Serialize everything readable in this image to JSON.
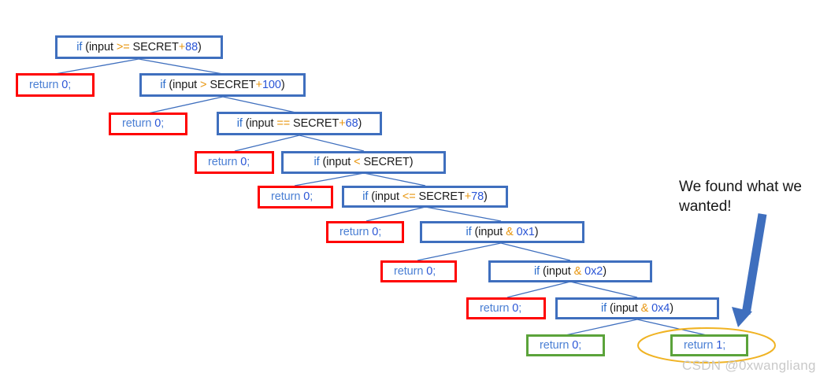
{
  "diagram": {
    "title": "Nested conditional decision tree",
    "colors": {
      "condition_border": "#3f6fbe",
      "return_zero_border": "#ff0000",
      "return_final_border": "#5ba33a",
      "highlight_ellipse": "#f0b323",
      "arrow": "#3f6fbe",
      "keyword": "#2a6ccc",
      "operator": "#e8960f",
      "number": "#2a55d6",
      "identifier": "#1a1a1a",
      "watermark": "#c9c9c9"
    },
    "conditions": [
      {
        "kw": "if",
        "open": " (",
        "var": "input",
        "op": ">=",
        "rhs": "SECRET",
        "plus": "+",
        "num": "88",
        "close": ")"
      },
      {
        "kw": "if",
        "open": " (",
        "var": "input",
        "op": ">",
        "rhs": "SECRET",
        "plus": "+",
        "num": "100",
        "close": ")"
      },
      {
        "kw": "if",
        "open": " (",
        "var": "input",
        "op": "==",
        "rhs": "SECRET",
        "plus": "+",
        "num": "68",
        "close": ")"
      },
      {
        "kw": "if",
        "open": " (",
        "var": "input",
        "op": "<",
        "rhs": "SECRET",
        "plus": "",
        "num": "",
        "close": ")"
      },
      {
        "kw": "if",
        "open": " (",
        "var": "input",
        "op": "<=",
        "rhs": "SECRET",
        "plus": "+",
        "num": "78",
        "close": ")"
      },
      {
        "kw": "if",
        "open": " (",
        "var": "input",
        "op": "&",
        "rhs": "",
        "plus": "",
        "num": "0x1",
        "close": ")"
      },
      {
        "kw": "if",
        "open": " (",
        "var": "input",
        "op": "&",
        "rhs": "",
        "plus": "",
        "num": "0x2",
        "close": ")"
      },
      {
        "kw": "if",
        "open": " (",
        "var": "input",
        "op": "&",
        "rhs": "",
        "plus": "",
        "num": "0x4",
        "close": ")"
      }
    ],
    "returns_zero": [
      {
        "word": "return ",
        "value": "0",
        "semi": ";"
      },
      {
        "word": "return ",
        "value": "0",
        "semi": ";"
      },
      {
        "word": "return ",
        "value": "0",
        "semi": ";"
      },
      {
        "word": "return ",
        "value": "0",
        "semi": ";"
      },
      {
        "word": "return ",
        "value": "0",
        "semi": ";"
      },
      {
        "word": "return ",
        "value": "0",
        "semi": ";"
      },
      {
        "word": "return ",
        "value": "0",
        "semi": ";"
      },
      {
        "word": "return ",
        "value": "0",
        "semi": ";"
      }
    ],
    "returns_final": [
      {
        "word": "return ",
        "value": "0",
        "semi": ";"
      },
      {
        "word": "return ",
        "value": "1",
        "semi": ";"
      }
    ],
    "annotation": "We found what we\nwanted!",
    "watermark": "CSDN @0xwangliang"
  }
}
